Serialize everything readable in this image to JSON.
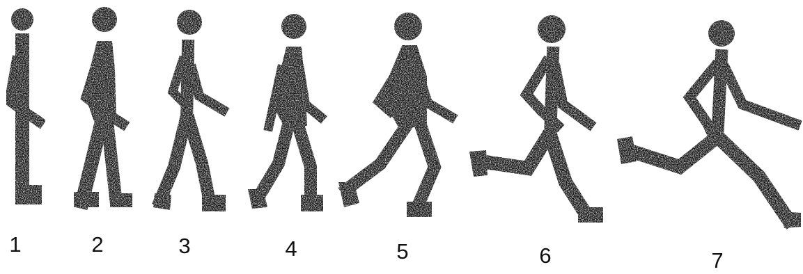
{
  "figure_colors": {
    "ink": "#161616",
    "background": "#ffffff"
  },
  "frames": [
    {
      "label": "1"
    },
    {
      "label": "2"
    },
    {
      "label": "3"
    },
    {
      "label": "4"
    },
    {
      "label": "5"
    },
    {
      "label": "6"
    },
    {
      "label": "7"
    }
  ]
}
